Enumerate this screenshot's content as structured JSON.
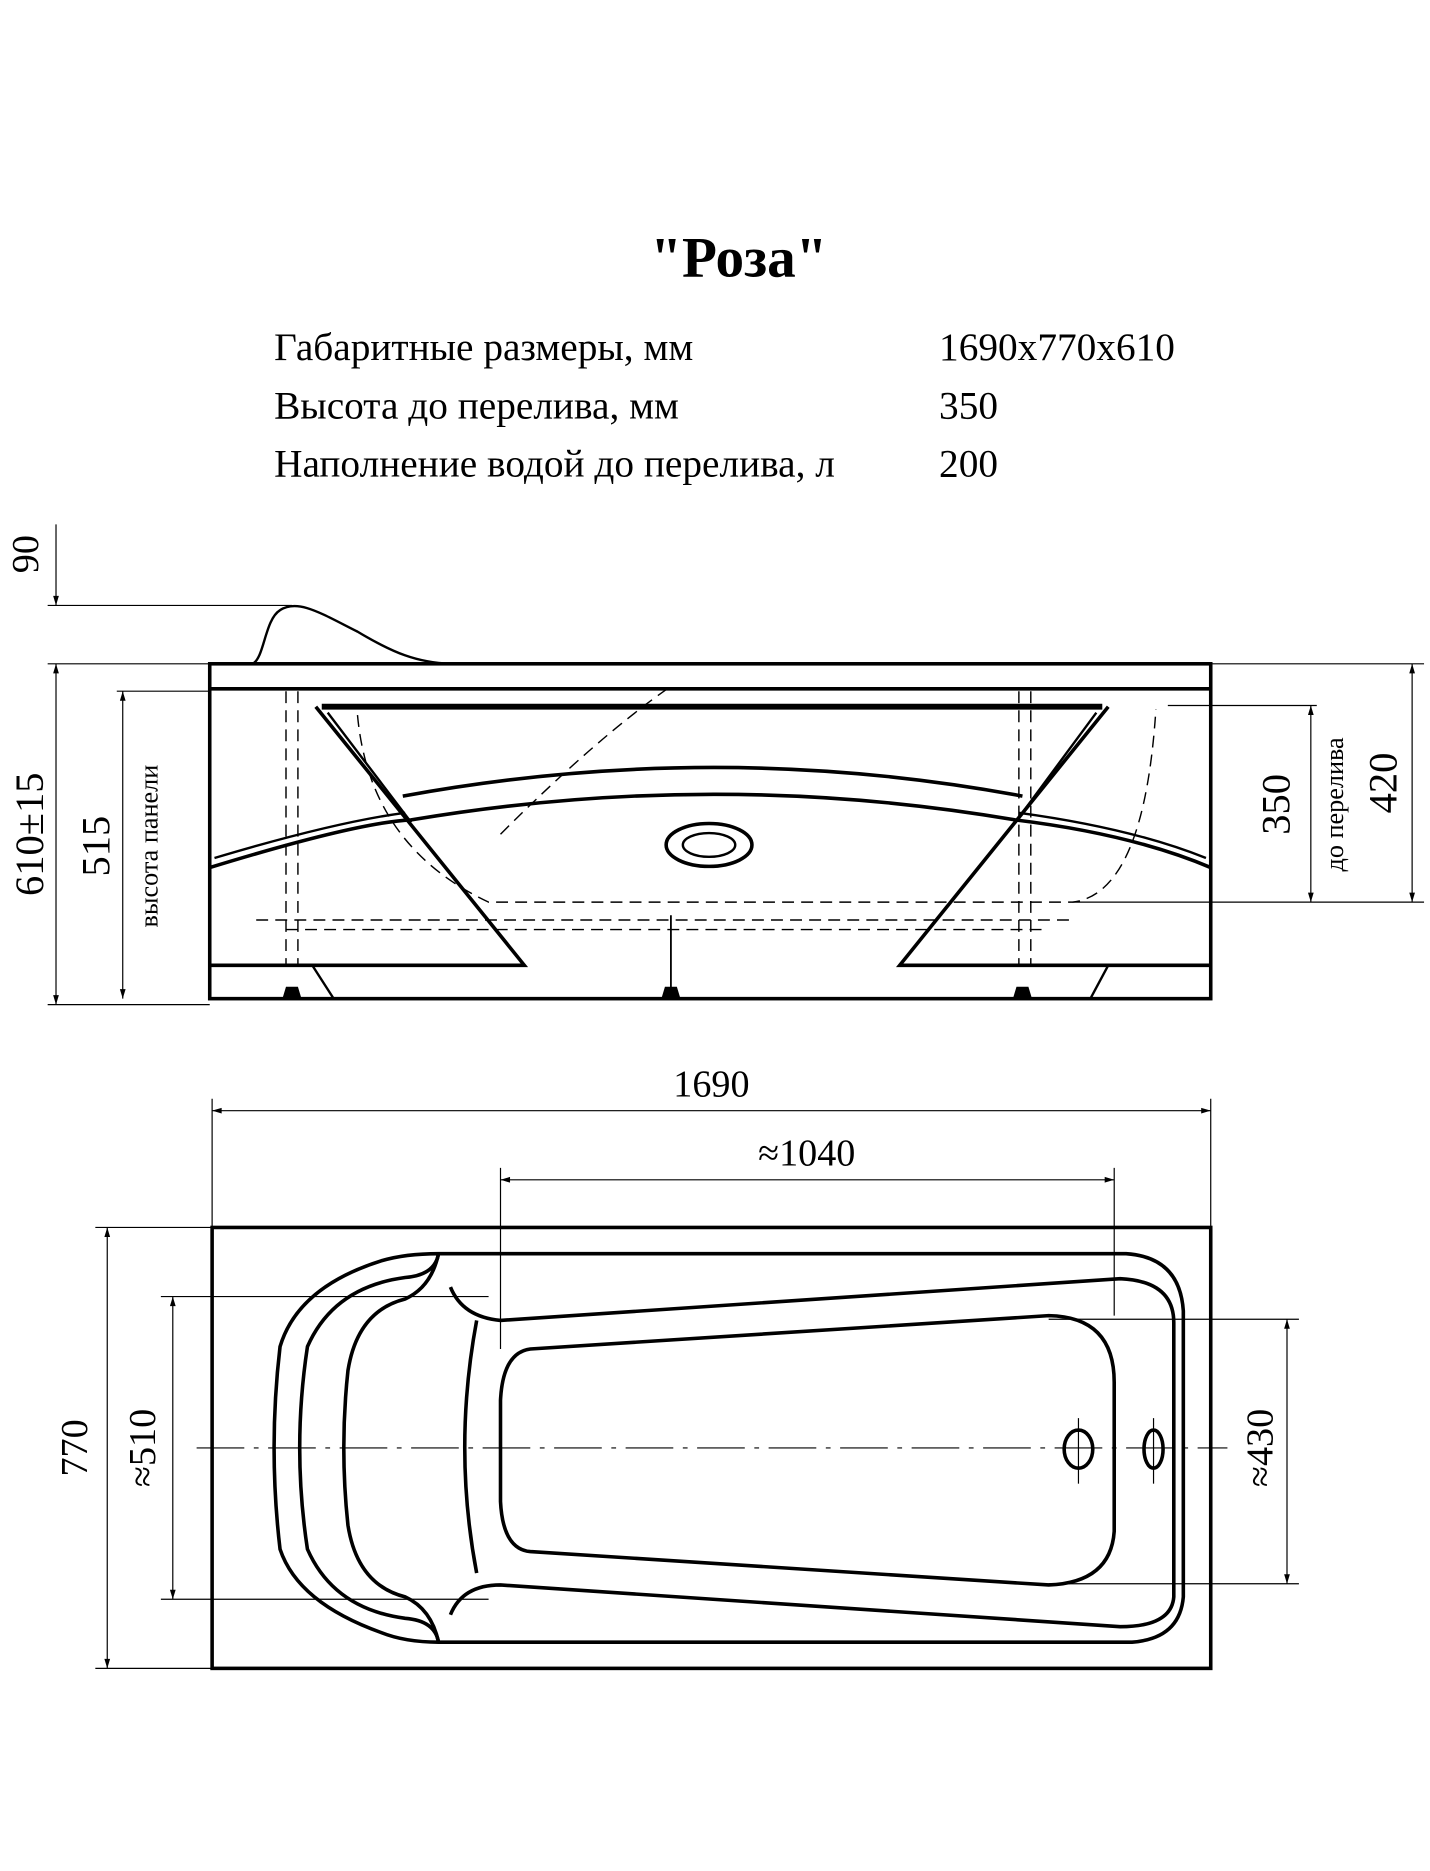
{
  "title": "\"Роза\"",
  "specs": [
    {
      "label": "Габаритные размеры, мм",
      "value": "1690x770x610"
    },
    {
      "label": "Высота до перелива, мм",
      "value": "350"
    },
    {
      "label": "Наполнение водой до перелива, л",
      "value": "200"
    }
  ],
  "side_view": {
    "dim_headrest": "90",
    "dim_total_height": "610±15",
    "dim_panel_height": "515",
    "panel_height_label": "высота панели",
    "dim_overflow": "350",
    "overflow_label": "до перелива",
    "dim_rim": "420"
  },
  "top_view": {
    "dim_length": "1690",
    "dim_inner_length": "≈1040",
    "dim_width": "770",
    "dim_head_width": "≈510",
    "dim_foot_width": "≈430"
  }
}
